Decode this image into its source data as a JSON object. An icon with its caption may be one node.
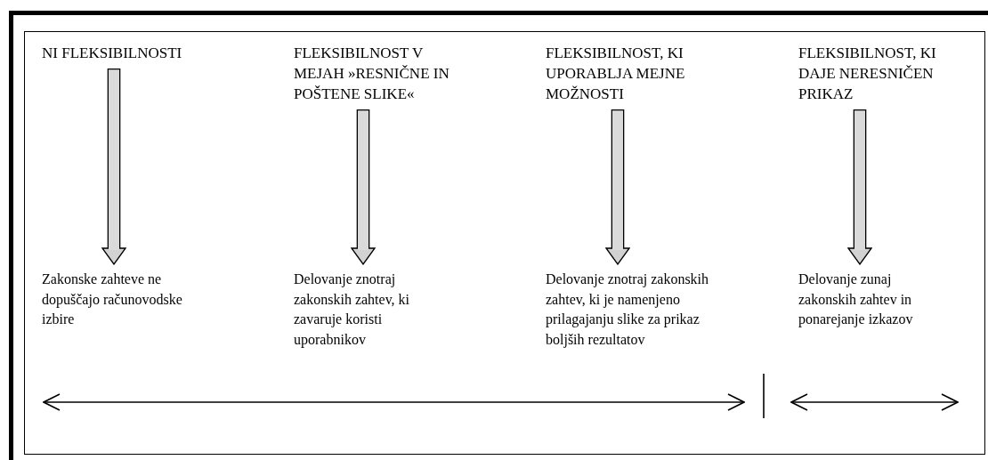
{
  "diagram": {
    "nodes": [
      {
        "text": [
          "NI FLEKSIBILNOSTI"
        ]
      },
      {
        "text": [
          "FLEKSIBILNOST V MEJAH »RESNIČNE IN POŠTENE SLIKE«"
        ]
      },
      {
        "text": [
          "FLEKSIBILNOST, KI UPORABLJA MEJNE MOŽNOSTI"
        ]
      },
      {
        "text": [
          "FLEKSIBILNOST, KI DAJE NERESNIČEN PRIKAZ"
        ]
      },
      {
        "text": [
          "Zakonske zahteve ne dopuščajo računovodske izbire"
        ]
      },
      {
        "text": [
          "Delovanje znotraj zakonskih zahtev, ki zavaruje koristi uporabnikov"
        ]
      },
      {
        "text": [
          "Delovanje znotraj zakonskih zahtev, ki je namenjeno prilagajanju slike za prikaz boljših rezultatov"
        ]
      },
      {
        "text": [
          "Delovanje zunaj zakonskih zahtev in ponarejanje izkazov"
        ]
      }
    ],
    "edges": [
      {
        "from": 0,
        "to": 4,
        "arrow": "to"
      },
      {
        "from": 1,
        "to": 5,
        "arrow": "to"
      },
      {
        "from": 2,
        "to": 6,
        "arrow": "to"
      },
      {
        "from": 3,
        "to": 7,
        "arrow": "to"
      }
    ]
  }
}
